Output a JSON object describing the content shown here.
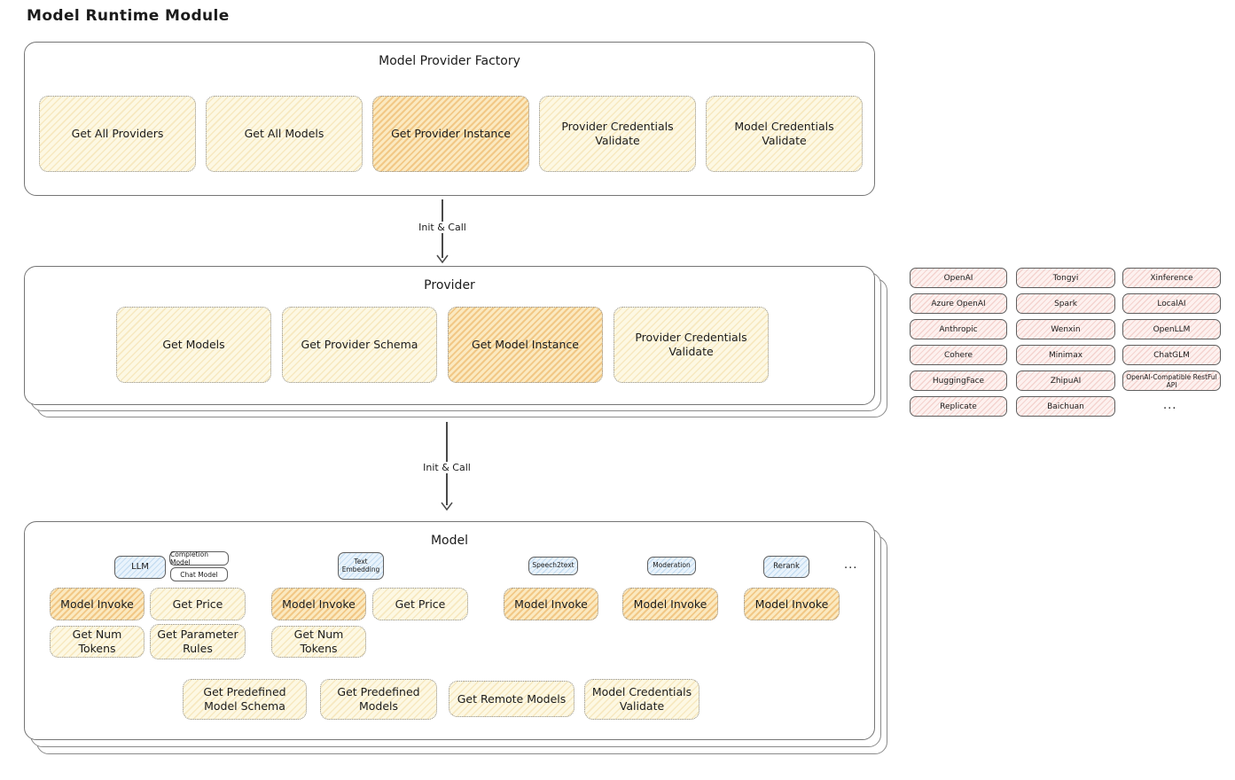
{
  "page": {
    "title": "Model Runtime Module"
  },
  "colors": {
    "highlight_orange": "#f2c879",
    "panel_yellow": "#fdf8e3",
    "provider_pink": "#fdf1ef",
    "tag_blue": "#e9f3fc",
    "box_border": "#757575"
  },
  "factory": {
    "title": "Model Provider Factory",
    "buttons": [
      {
        "label": "Get All Providers",
        "highlighted": false
      },
      {
        "label": "Get All Models",
        "highlighted": false
      },
      {
        "label": "Get Provider Instance",
        "highlighted": true
      },
      {
        "label": "Provider Credentials Validate",
        "highlighted": false
      },
      {
        "label": "Model Credentials Validate",
        "highlighted": false
      }
    ]
  },
  "arrows": [
    {
      "label": "Init & Call"
    },
    {
      "label": "Init & Call"
    }
  ],
  "provider": {
    "title": "Provider",
    "buttons": [
      {
        "label": "Get Models",
        "highlighted": false
      },
      {
        "label": "Get Provider Schema",
        "highlighted": false
      },
      {
        "label": "Get Model Instance",
        "highlighted": true
      },
      {
        "label": "Provider Credentials Validate",
        "highlighted": false
      }
    ]
  },
  "provider_list": {
    "items": [
      {
        "label": "OpenAI"
      },
      {
        "label": "Tongyi"
      },
      {
        "label": "Xinference"
      },
      {
        "label": "Azure OpenAI"
      },
      {
        "label": "Spark"
      },
      {
        "label": "LocalAI"
      },
      {
        "label": "Anthropic"
      },
      {
        "label": "Wenxin"
      },
      {
        "label": "OpenLLM"
      },
      {
        "label": "Cohere"
      },
      {
        "label": "Minimax"
      },
      {
        "label": "ChatGLM"
      },
      {
        "label": "HuggingFace"
      },
      {
        "label": "ZhipuAI"
      },
      {
        "label": "OpenAI-Compatible RestFul API"
      },
      {
        "label": "Replicate"
      },
      {
        "label": "Baichuan"
      }
    ],
    "more": "..."
  },
  "model": {
    "title": "Model",
    "tags": [
      {
        "label": "LLM"
      },
      {
        "label": "Completion Model"
      },
      {
        "label": "Chat Model"
      },
      {
        "label": "Text Embedding"
      },
      {
        "label": "Speech2text"
      },
      {
        "label": "Moderation"
      },
      {
        "label": "Rerank"
      }
    ],
    "more": "...",
    "row1": [
      {
        "label": "Model Invoke",
        "highlighted": true
      },
      {
        "label": "Get Price",
        "highlighted": false
      },
      {
        "label": "Model Invoke",
        "highlighted": true
      },
      {
        "label": "Get Price",
        "highlighted": false
      },
      {
        "label": "Model Invoke",
        "highlighted": true
      },
      {
        "label": "Model Invoke",
        "highlighted": true
      },
      {
        "label": "Model Invoke",
        "highlighted": true
      }
    ],
    "row2": [
      {
        "label": "Get Num Tokens",
        "highlighted": false
      },
      {
        "label": "Get Parameter Rules",
        "highlighted": false
      },
      {
        "label": "Get Num Tokens",
        "highlighted": false
      }
    ],
    "row3": [
      {
        "label": "Get Predefined Model Schema",
        "highlighted": false
      },
      {
        "label": "Get Predefined Models",
        "highlighted": false
      },
      {
        "label": "Get Remote Models",
        "highlighted": false
      },
      {
        "label": "Model Credentials Validate",
        "highlighted": false
      }
    ]
  }
}
